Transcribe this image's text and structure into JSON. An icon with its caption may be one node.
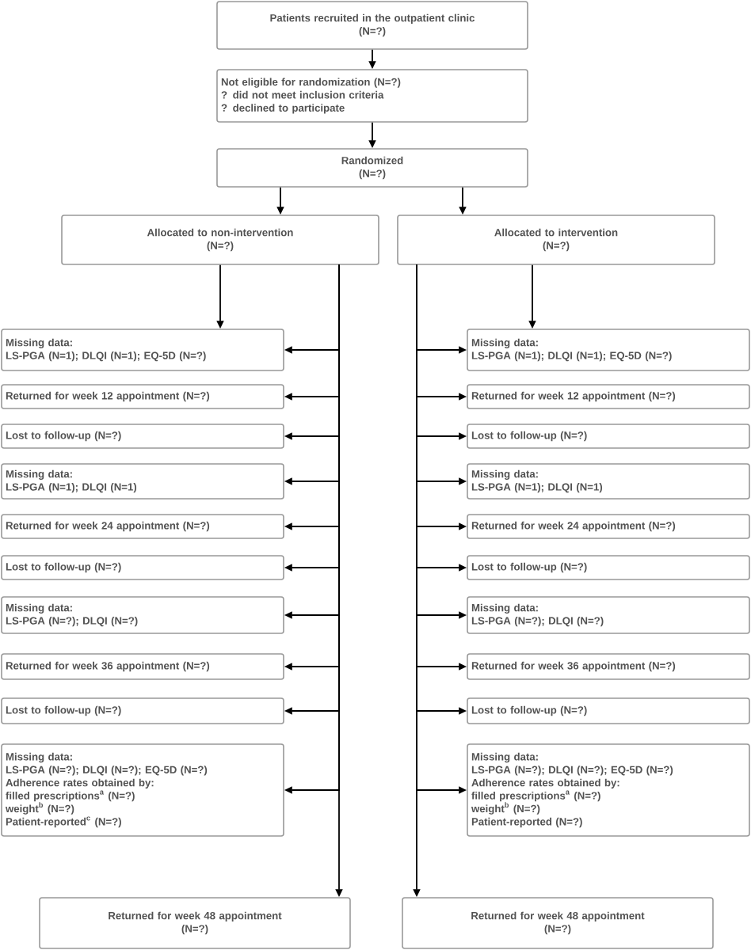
{
  "diagram": {
    "nodes": [
      {
        "text": [
          "Patients recruited in the outpatient clinic",
          "(N=?)"
        ]
      },
      {
        "text": [
          "Not eligible for randomization (N=?)",
          "? did not meet inclusion criteria",
          "? declined to participate"
        ]
      },
      {
        "text": [
          "Randomized",
          "(N=?)"
        ]
      },
      {
        "text": [
          "Allocated to non-intervention",
          "(N=?)"
        ]
      },
      {
        "text": [
          "Allocated to intervention",
          "(N=?)"
        ]
      },
      {
        "text": [
          "Missing data:",
          "LS-PGA (N=1); DLQI (N=1); EQ-5D (N=?)"
        ]
      },
      {
        "text": [
          "Returned for week 12 appointment (N=?)"
        ]
      },
      {
        "text": [
          "Lost to follow-up (N=?)"
        ]
      },
      {
        "text": [
          "Missing data:",
          "LS-PGA (N=1); DLQI (N=1)"
        ]
      },
      {
        "text": [
          "Returned for week 24 appointment (N=?)"
        ]
      },
      {
        "text": [
          "Lost to follow-up (N=?)"
        ]
      },
      {
        "text": [
          "Missing data:",
          "LS-PGA (N=?); DLQI (N=?)"
        ]
      },
      {
        "text": [
          "Returned for week 36 appointment (N=?)"
        ]
      },
      {
        "text": [
          "Lost to follow-up (N=?)"
        ]
      },
      {
        "text": [
          "Missing data:",
          "LS-PGA (N=?); DLQI (N=?); EQ-5D (N=?)",
          "Adherence rates obtained by:",
          "filled prescriptions$^{a}$ (N=?)",
          "weight$^{b}$ (N=?)",
          "Patient-reported$^{c}$ (N=?)"
        ]
      },
      {
        "text": [
          "Returned for week 48 appointment",
          "(N=?)"
        ]
      },
      {
        "text": [
          "Missing data:",
          "LS-PGA (N=1); DLQI (N=1); EQ-5D (N=?)"
        ]
      },
      {
        "text": [
          "Returned for week 12 appointment (N=?)"
        ]
      },
      {
        "text": [
          "Lost to follow-up (N=?)"
        ]
      },
      {
        "text": [
          "Missing data:",
          "LS-PGA (N=1); DLQI (N=1)"
        ]
      },
      {
        "text": [
          "Returned for week 24 appointment (N=?)"
        ]
      },
      {
        "text": [
          "Lost to follow-up (N=?)"
        ]
      },
      {
        "text": [
          "Missing data:",
          "LS-PGA (N=?); DLQI (N=?)"
        ]
      },
      {
        "text": [
          "Returned for week 36 appointment (N=?)"
        ]
      },
      {
        "text": [
          "Lost to follow-up (N=?)"
        ]
      },
      {
        "text": [
          "Missing data:",
          "LS-PGA (N=?); DLQI (N=?); EQ-5D (N=?)",
          "Adherence rates obtained by:",
          "filled prescriptions$^{a}$ (N=?)",
          "weight$^{b}$ (N=?)",
          "Patient-reported (N=?)"
        ]
      },
      {
        "text": [
          "Returned for week 48 appointment",
          "(N=?)"
        ]
      }
    ],
    "edges": [
      {
        "from": 0,
        "to": 1,
        "arrow": "to"
      },
      {
        "from": 1,
        "to": 2,
        "arrow": "to"
      },
      {
        "from": 2,
        "to": 3,
        "arrow": "to"
      },
      {
        "from": 2,
        "to": 4,
        "arrow": "to"
      },
      {
        "from": 3,
        "to": 5,
        "arrow": "to"
      },
      {
        "from": 3,
        "to": 5,
        "arrow": "to"
      },
      {
        "from": 3,
        "to": 6,
        "arrow": "to"
      },
      {
        "from": 3,
        "to": 7,
        "arrow": "to"
      },
      {
        "from": 3,
        "to": 8,
        "arrow": "to"
      },
      {
        "from": 3,
        "to": 9,
        "arrow": "to"
      },
      {
        "from": 3,
        "to": 10,
        "arrow": "to"
      },
      {
        "from": 3,
        "to": 11,
        "arrow": "to"
      },
      {
        "from": 3,
        "to": 12,
        "arrow": "to"
      },
      {
        "from": 3,
        "to": 13,
        "arrow": "to"
      },
      {
        "from": 3,
        "to": 14,
        "arrow": "to"
      },
      {
        "from": 3,
        "to": 15,
        "arrow": "to"
      },
      {
        "from": 4,
        "to": 16,
        "arrow": "to"
      },
      {
        "from": 4,
        "to": 16,
        "arrow": "to"
      },
      {
        "from": 4,
        "to": 17,
        "arrow": "to"
      },
      {
        "from": 4,
        "to": 18,
        "arrow": "to"
      },
      {
        "from": 4,
        "to": 19,
        "arrow": "to"
      },
      {
        "from": 4,
        "to": 20,
        "arrow": "to"
      },
      {
        "from": 4,
        "to": 21,
        "arrow": "to"
      },
      {
        "from": 4,
        "to": 22,
        "arrow": "to"
      },
      {
        "from": 4,
        "to": 23,
        "arrow": "to"
      },
      {
        "from": 4,
        "to": 24,
        "arrow": "to"
      },
      {
        "from": 4,
        "to": 25,
        "arrow": "to"
      },
      {
        "from": 4,
        "to": 26,
        "arrow": "to"
      }
    ]
  }
}
